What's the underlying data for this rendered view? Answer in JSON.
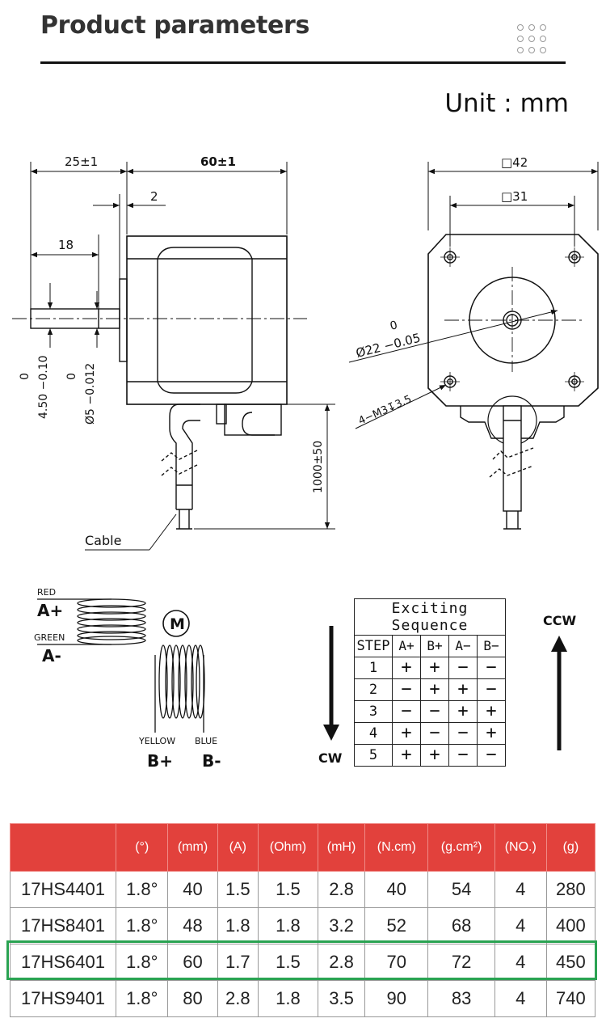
{
  "header": {
    "title": "Product parameters",
    "menu_icon": "grid-dots-icon"
  },
  "unit_label": "Unit : mm",
  "drawing": {
    "dim_25": "25±1",
    "dim_60": "60±1",
    "dim_2": "2",
    "dim_18": "18",
    "dim_450_tol_top": "0",
    "dim_450": "4.50 −0.10",
    "dim_5_tol_top": "0",
    "dim_5": "Ø5 −0.012",
    "dim_1000": "1000±50",
    "cable_label": "Cable",
    "dim_42": "□42",
    "dim_31": "□31",
    "dim_22_tol_top": "0",
    "dim_22": "Ø22 −0.05",
    "dim_m3": "4−M3↧3.5"
  },
  "wiring": {
    "red": "RED",
    "a_plus": "A+",
    "green": "GREEN",
    "a_minus": "A-",
    "motor": "M",
    "yellow": "YELLOW",
    "blue": "BLUE",
    "b_plus": "B+",
    "b_minus": "B-"
  },
  "sequence": {
    "title": "Exciting Sequence",
    "headers": [
      "STEP",
      "A+",
      "B+",
      "A−",
      "B−"
    ],
    "rows": [
      [
        "1",
        "+",
        "+",
        "−",
        "−"
      ],
      [
        "2",
        "−",
        "+",
        "+",
        "−"
      ],
      [
        "3",
        "−",
        "−",
        "+",
        "+"
      ],
      [
        "4",
        "+",
        "−",
        "−",
        "+"
      ],
      [
        "5",
        "+",
        "+",
        "−",
        "−"
      ]
    ],
    "ccw": "CCW",
    "cw": "CW"
  },
  "specs": {
    "headers": [
      "",
      "(°)",
      "(mm)",
      "(A)",
      "(Ohm)",
      "(mH)",
      "(N.cm)",
      "(g.cm²)",
      "(NO.)",
      "(g)"
    ],
    "rows": [
      [
        "17HS4401",
        "1.8°",
        "40",
        "1.5",
        "1.5",
        "2.8",
        "40",
        "54",
        "4",
        "280"
      ],
      [
        "17HS8401",
        "1.8°",
        "48",
        "1.8",
        "1.8",
        "3.2",
        "52",
        "68",
        "4",
        "400"
      ],
      [
        "17HS6401",
        "1.8°",
        "60",
        "1.7",
        "1.5",
        "2.8",
        "70",
        "72",
        "4",
        "450"
      ],
      [
        "17HS9401",
        "1.8°",
        "80",
        "2.8",
        "1.8",
        "3.5",
        "90",
        "83",
        "4",
        "740"
      ]
    ],
    "highlighted_row": 2,
    "header_color": "#e2413c",
    "highlight_color": "#2aa352"
  }
}
